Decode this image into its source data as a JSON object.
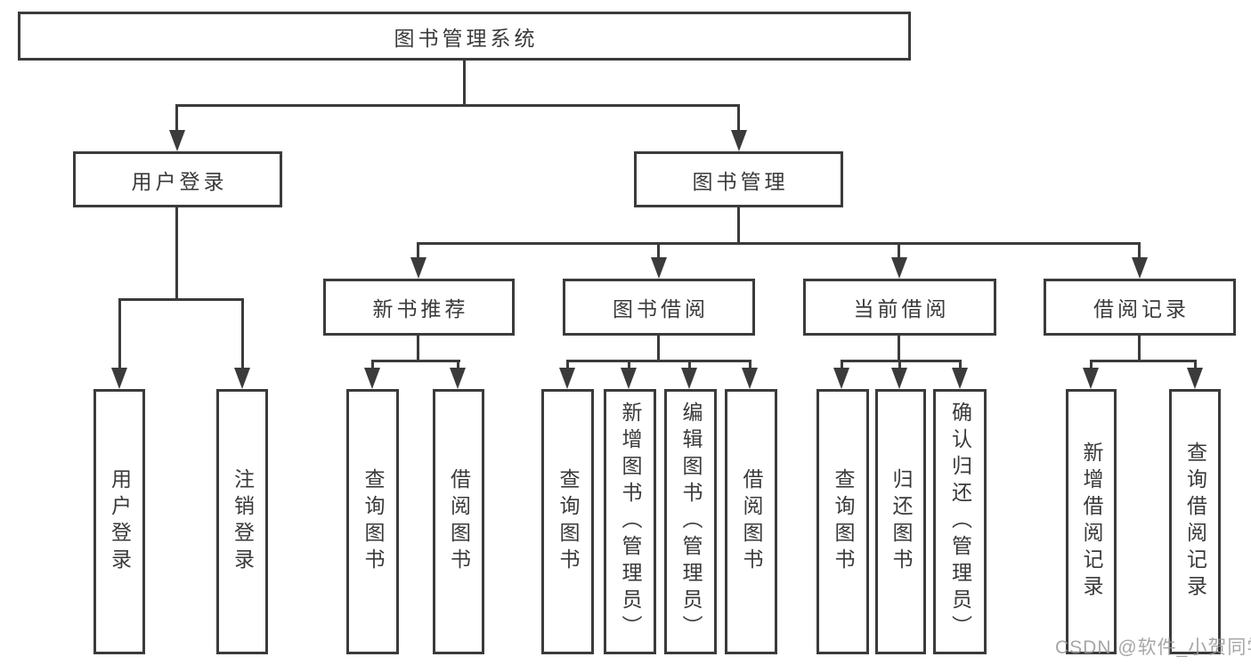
{
  "diagram": {
    "kind": "functional-structure-tree",
    "direction": "top-down",
    "colors": {
      "line": "#3b3b3b",
      "text": "#3a3a3a",
      "background": "#ffffff",
      "watermark": "#969696"
    }
  },
  "tree": {
    "label": "图书管理系统",
    "children": [
      {
        "label": "用户登录",
        "children": [
          {
            "label": "用户登录"
          },
          {
            "label": "注销登录"
          }
        ]
      },
      {
        "label": "图书管理",
        "children": [
          {
            "label": "新书推荐",
            "children": [
              {
                "label": "查询图书"
              },
              {
                "label": "借阅图书"
              }
            ]
          },
          {
            "label": "图书借阅",
            "children": [
              {
                "label": "查询图书"
              },
              {
                "label": "新增图书（管理员）"
              },
              {
                "label": "编辑图书（管理员）"
              },
              {
                "label": "借阅图书"
              }
            ]
          },
          {
            "label": "当前借阅",
            "children": [
              {
                "label": "查询图书"
              },
              {
                "label": "归还图书"
              },
              {
                "label": "确认归还（管理员）"
              }
            ]
          },
          {
            "label": "借阅记录",
            "children": [
              {
                "label": "新增借阅记录"
              },
              {
                "label": "查询借阅记录"
              }
            ]
          }
        ]
      }
    ]
  },
  "watermark": {
    "text": "CSDN @软件_小贺同学"
  }
}
